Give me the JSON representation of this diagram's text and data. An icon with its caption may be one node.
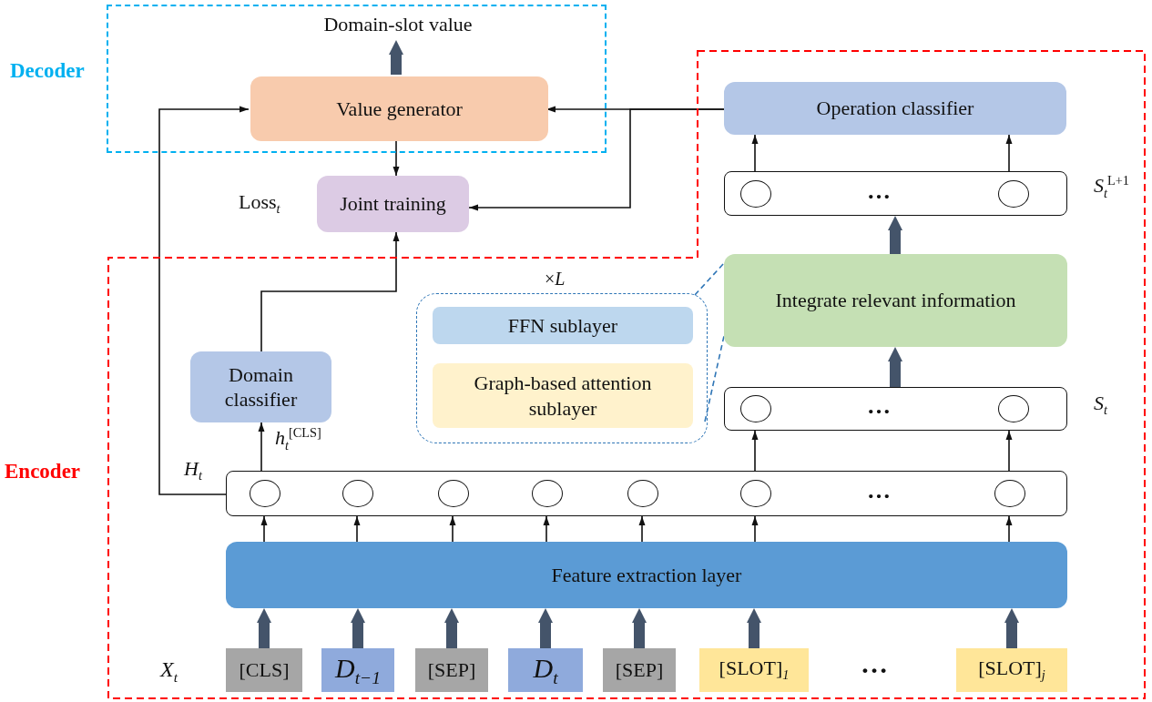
{
  "diagram": {
    "nodes": [
      {
        "text": [
          "Decoder"
        ]
      },
      {
        "text": [
          "Domain-slot value"
        ],
        "in": 0
      },
      {
        "text": [
          "Value generator"
        ],
        "in": 0
      },
      {
        "text": [
          "Joint training"
        ],
        "beside": [
          "Loss$_{t}$"
        ]
      },
      {
        "text": [
          "Encoder"
        ]
      },
      {
        "text": [
          "Operation classifier"
        ],
        "in": 4
      },
      {
        "text": [
          "…"
        ],
        "beside": [
          "*S*$_{t}$$^{L+1}$"
        ],
        "in": 4
      },
      {
        "text": [
          "Integrate relevant information"
        ],
        "in": 4
      },
      {
        "text": [
          "×*L*"
        ],
        "in": 4
      },
      {
        "text": [
          "FFN sublayer"
        ],
        "in": 8
      },
      {
        "text": [
          "Graph-based attention sublayer"
        ],
        "in": 8
      },
      {
        "text": [
          "…"
        ],
        "beside": [
          "*S*$_{t}$"
        ],
        "in": 4
      },
      {
        "text": [
          "Domain classifier"
        ],
        "in": 4
      },
      {
        "text": [
          "…"
        ],
        "beside": [
          "*H*$_{t}$"
        ],
        "in": 4
      },
      {
        "text": [
          "Feature extraction layer"
        ],
        "in": 4
      },
      {
        "text": [
          "[CLS]"
        ],
        "in": 4
      },
      {
        "text": [
          "*D*$_{t−1}$"
        ],
        "in": 4
      },
      {
        "text": [
          "[SEP]"
        ],
        "in": 4
      },
      {
        "text": [
          "*D*$_{t}$"
        ],
        "in": 4
      },
      {
        "text": [
          "[SEP]"
        ],
        "in": 4
      },
      {
        "text": [
          "[SLOT]$_{1}$"
        ],
        "in": 4
      },
      {
        "text": [
          "[SLOT]$_{j}$"
        ],
        "in": 4
      }
    ],
    "edges": [
      {
        "from": 2,
        "to": 1,
        "arrow": "to",
        "style": "thick",
        "color": "#44546a"
      },
      {
        "from": 2,
        "to": 3,
        "arrow": "to"
      },
      {
        "from": 5,
        "to": 2,
        "arrow": "to"
      },
      {
        "from": 5,
        "to": 3,
        "arrow": "to"
      },
      {
        "from": 13,
        "to": 2,
        "arrow": "to"
      },
      {
        "from": 12,
        "to": 3,
        "arrow": "to"
      },
      {
        "from": 13,
        "to": 12,
        "arrow": "to",
        "label": "*h*$_{t}$$^{[CLS]}$"
      },
      {
        "from": 14,
        "to": 13,
        "arrow": "to"
      },
      {
        "from": 14,
        "to": 13,
        "arrow": "to"
      },
      {
        "from": 14,
        "to": 13,
        "arrow": "to"
      },
      {
        "from": 14,
        "to": 13,
        "arrow": "to"
      },
      {
        "from": 14,
        "to": 13,
        "arrow": "to"
      },
      {
        "from": 14,
        "to": 13,
        "arrow": "to"
      },
      {
        "from": 14,
        "to": 13,
        "arrow": "to"
      },
      {
        "from": 13,
        "to": 11,
        "arrow": "to"
      },
      {
        "from": 13,
        "to": 11,
        "arrow": "to"
      },
      {
        "from": 11,
        "to": 7,
        "arrow": "to",
        "style": "thick",
        "color": "#44546a"
      },
      {
        "from": 7,
        "to": 6,
        "arrow": "to",
        "style": "thick",
        "color": "#44546a"
      },
      {
        "from": 6,
        "to": 5,
        "arrow": "to"
      },
      {
        "from": 6,
        "to": 5,
        "arrow": "to"
      },
      {
        "from": 15,
        "to": 14,
        "arrow": "to",
        "style": "thick",
        "color": "#44546a"
      },
      {
        "from": 16,
        "to": 14,
        "arrow": "to",
        "style": "thick",
        "color": "#44546a"
      },
      {
        "from": 17,
        "to": 14,
        "arrow": "to",
        "style": "thick",
        "color": "#44546a"
      },
      {
        "from": 18,
        "to": 14,
        "arrow": "to",
        "style": "thick",
        "color": "#44546a"
      },
      {
        "from": 19,
        "to": 14,
        "arrow": "to",
        "style": "thick",
        "color": "#44546a"
      },
      {
        "from": 20,
        "to": 14,
        "arrow": "to",
        "style": "thick",
        "color": "#44546a"
      },
      {
        "from": 21,
        "to": 14,
        "arrow": "to",
        "style": "thick",
        "color": "#44546a"
      },
      {
        "from": 8,
        "to": 7,
        "arrow": "none",
        "style": "dashed",
        "color": "#2e75b6"
      },
      {
        "from": 8,
        "to": 7,
        "arrow": "none",
        "style": "dashed",
        "color": "#2e75b6"
      }
    ],
    "labels": [
      "*X*$_{t}$",
      "…"
    ]
  }
}
